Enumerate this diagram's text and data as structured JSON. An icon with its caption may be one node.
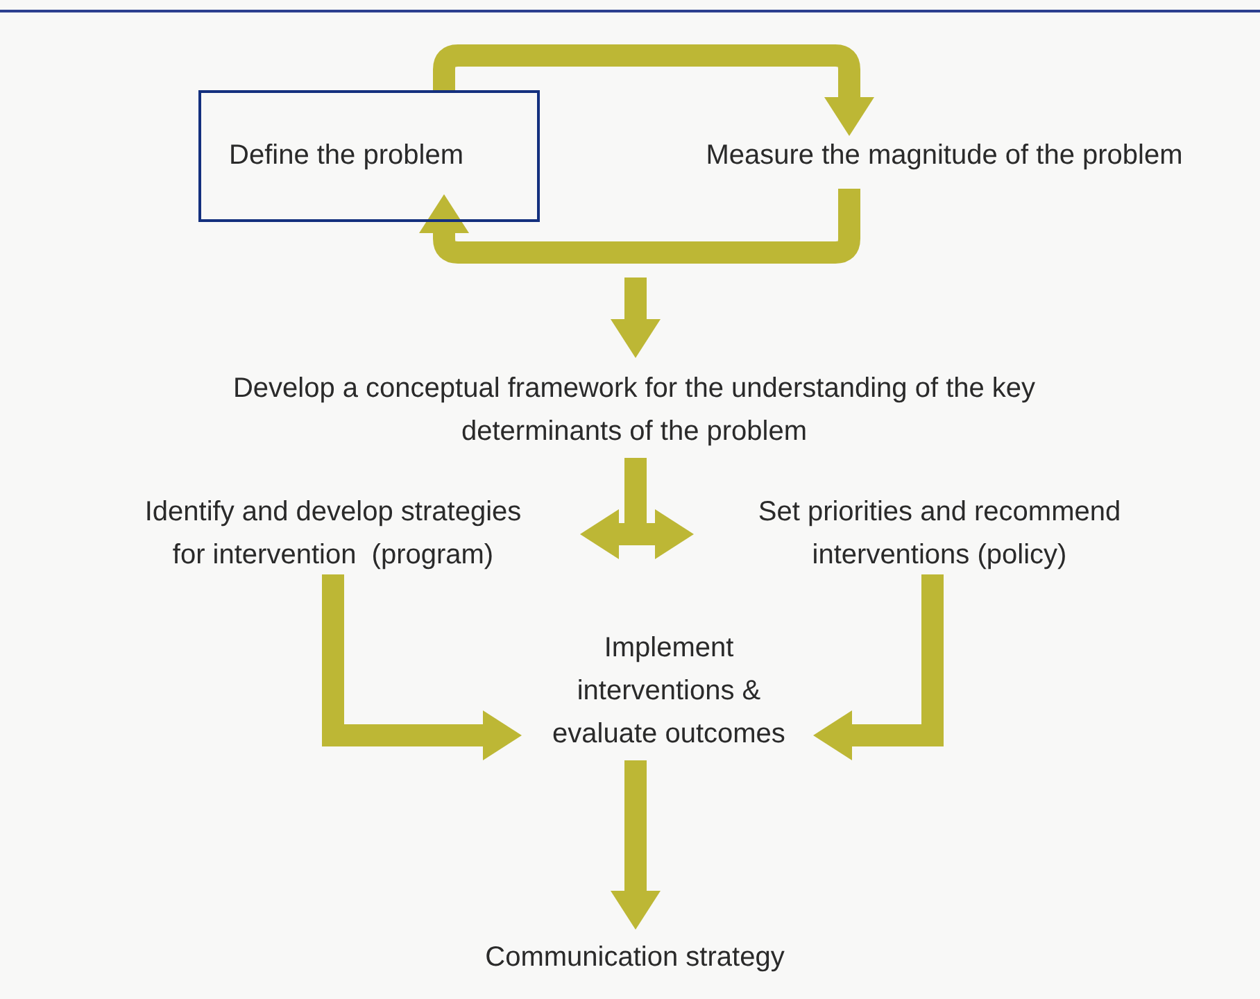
{
  "diagram": {
    "nodes": [
      {
        "text": [
          "Define the problem"
        ]
      },
      {
        "text": [
          "Measure the magnitude of the problem"
        ]
      },
      {
        "text": [
          "Develop a conceptual framework for the understanding of the key determinants of the problem"
        ]
      },
      {
        "text": [
          "Identify and develop strategies for intervention  (program)"
        ]
      },
      {
        "text": [
          "Set priorities and recommend interventions (policy)"
        ]
      },
      {
        "text": [
          "Implement interventions & evaluate outcomes"
        ]
      },
      {
        "text": [
          "Communication strategy"
        ]
      }
    ],
    "edges": [
      {
        "from": 0,
        "to": 1,
        "arrow": "to"
      },
      {
        "from": 1,
        "to": 0,
        "arrow": "to"
      },
      {
        "from": null,
        "to": 2,
        "arrow": "to"
      },
      {
        "from": 2,
        "to": 3,
        "arrow": "to"
      },
      {
        "from": 2,
        "to": 4,
        "arrow": "to"
      },
      {
        "from": 3,
        "to": 5,
        "arrow": "to"
      },
      {
        "from": 4,
        "to": 5,
        "arrow": "to"
      },
      {
        "from": 5,
        "to": 6,
        "arrow": "to"
      }
    ]
  }
}
